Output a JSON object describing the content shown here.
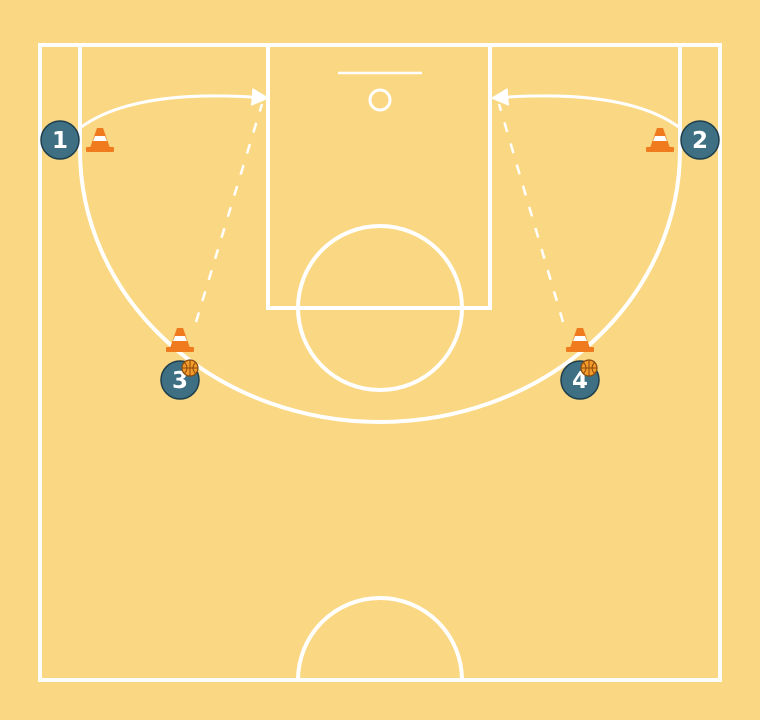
{
  "diagram": {
    "colors": {
      "court": "#fad783",
      "lines": "#ffffff",
      "player": "#3e6f82",
      "player_outline": "#1f3f4d",
      "cone": "#f07a1e",
      "cone_stripe": "#ffffff",
      "ball": "#f39a2a"
    },
    "players": [
      {
        "label": "1"
      },
      {
        "label": "2"
      },
      {
        "label": "3",
        "has_ball": true
      },
      {
        "label": "4",
        "has_ball": true
      }
    ],
    "cones": 4,
    "icons": [
      "cone-icon",
      "basketball-icon"
    ]
  }
}
